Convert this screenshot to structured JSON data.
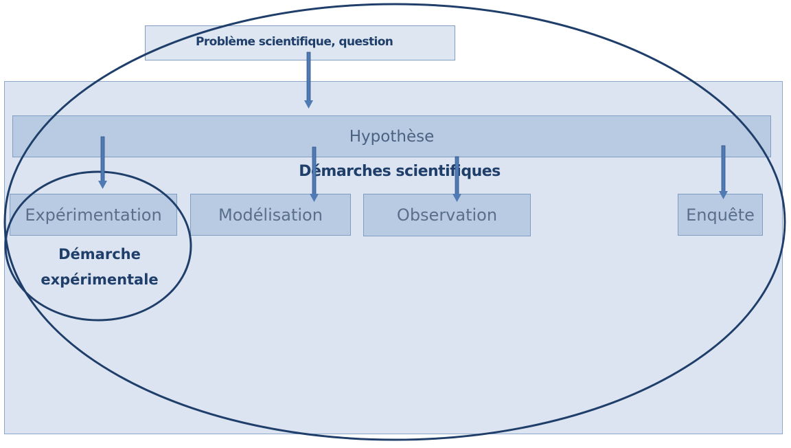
{
  "question": "Problème scientifique, question",
  "hypothesis": "Hypothèse",
  "approaches_label": "Démarches scientifiques",
  "methods": [
    "Expérimentation",
    "Modélisation",
    "Observation",
    "Enquête"
  ],
  "experimental_approach": {
    "line1": "Démarche",
    "line2": "expérimentale"
  },
  "colors": {
    "box_fill": "#b9cbe2",
    "panel_fill": "#dbe4f0",
    "outline": "#1f3e6a",
    "arrow": "#4f7ab3"
  }
}
